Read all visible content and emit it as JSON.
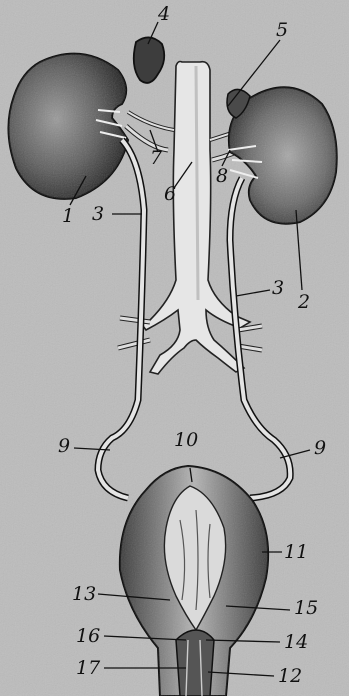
{
  "labels": {
    "l1": "1",
    "l2": "2",
    "l3a": "3",
    "l3b": "3",
    "l4": "4",
    "l5": "5",
    "l6": "6",
    "l7": "7",
    "l8": "8",
    "l9a": "9",
    "l9b": "9",
    "l10": "10",
    "l11": "11",
    "l12": "12",
    "l13": "13",
    "l14": "14",
    "l15": "15",
    "l16": "16",
    "l17": "17"
  }
}
